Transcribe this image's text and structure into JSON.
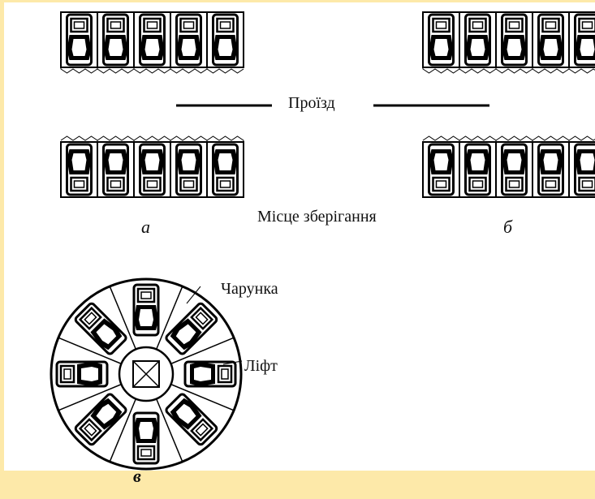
{
  "labels": {
    "passage": "Проїзд",
    "storage_place": "Місце зберігання",
    "cell": "Чарунка",
    "lift": "Ліфт",
    "panel_a": "а",
    "panel_b": "б",
    "panel_c": "в"
  },
  "layout_groups": {
    "row_spaces_count": 5,
    "round_spaces_count": 8
  },
  "colors": {
    "background": "#ffffff",
    "frame": "#fde9a9",
    "ink": "#000000"
  }
}
